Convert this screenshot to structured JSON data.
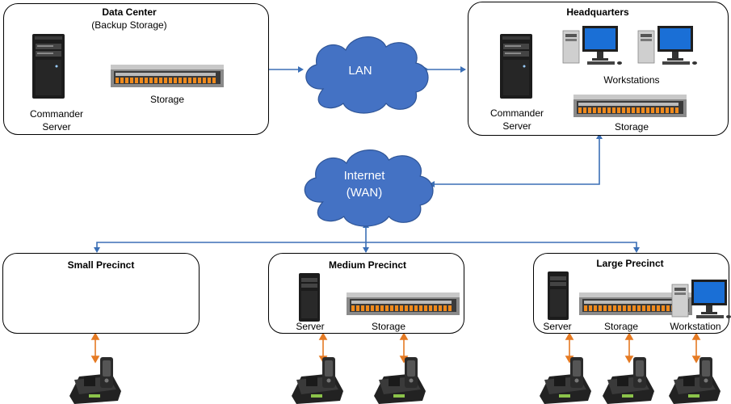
{
  "data_center": {
    "title": "Data Center",
    "subtitle": "(Backup Storage)",
    "server_label_1": "Commander",
    "server_label_2": "Server",
    "storage_label": "Storage"
  },
  "headquarters": {
    "title": "Headquarters",
    "workstations_label": "Workstations",
    "server_label_1": "Commander",
    "server_label_2": "Server",
    "storage_label": "Storage"
  },
  "lan": {
    "label": "LAN"
  },
  "internet": {
    "label_1": "Internet",
    "label_2": "(WAN)"
  },
  "small_precinct": {
    "title": "Small Precinct"
  },
  "medium_precinct": {
    "title": "Medium Precinct",
    "server_label": "Server",
    "storage_label": "Storage"
  },
  "large_precinct": {
    "title": "Large Precinct",
    "server_label": "Server",
    "storage_label": "Storage",
    "workstation_label": "Workstation"
  },
  "colors": {
    "connector_blue": "#3b6fb6",
    "dock_arrow_orange": "#e57a23",
    "cloud_blue": "#4472c4",
    "storage_led_orange": "#f08a1c"
  }
}
